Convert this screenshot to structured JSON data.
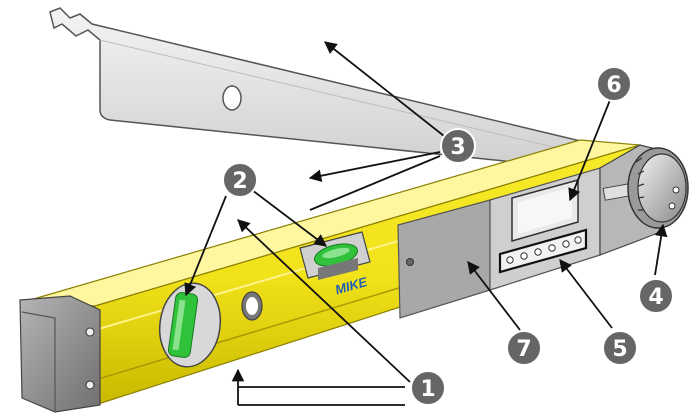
{
  "diagram": {
    "brand": "MIKE",
    "callouts": [
      {
        "id": "1",
        "label": "1"
      },
      {
        "id": "2",
        "label": "2"
      },
      {
        "id": "3",
        "label": "3"
      },
      {
        "id": "4",
        "label": "4"
      },
      {
        "id": "5",
        "label": "5"
      },
      {
        "id": "6",
        "label": "6"
      },
      {
        "id": "7",
        "label": "7"
      }
    ]
  },
  "colors": {
    "level_body": "#f2e21a",
    "level_edge": "#b8a800",
    "end_cap": "#8f8f8f",
    "arm": "#e6e6e6",
    "callout_circle": "#666666",
    "callout_text": "#ffffff",
    "vial": "#2fc23a",
    "brand_text": "#1f5fb8",
    "leader": "#111111"
  }
}
